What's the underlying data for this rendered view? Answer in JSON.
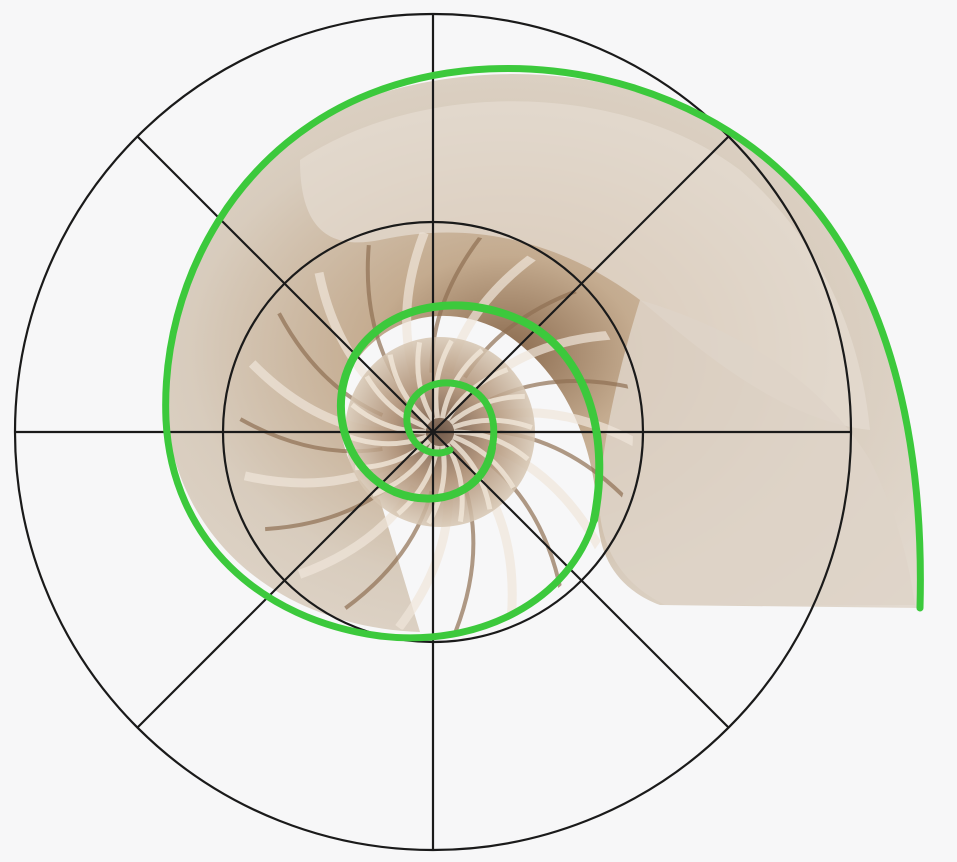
{
  "figure": {
    "subject": "nautilus-shell",
    "colors": {
      "background": "#f7f7f8",
      "grid_line": "#1a1a1a",
      "spiral": "#3cc93c",
      "shell_outer": "#d9cfc2",
      "shell_light": "#e6ddd2",
      "shell_mid": "#cdbfa9",
      "shell_dark": "#9c7a5c",
      "shell_chamber": "#b89b7c"
    },
    "polar_grid": {
      "rings": 3,
      "spokes": 8
    }
  }
}
